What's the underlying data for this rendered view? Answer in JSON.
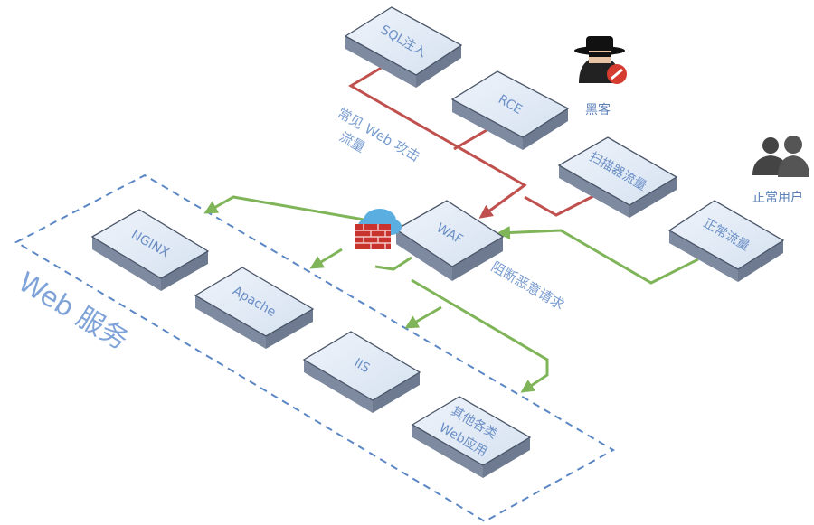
{
  "nodes": {
    "sql": "SQL注入",
    "rce": "RCE",
    "scanner": "扫描器流量",
    "waf": "WAF",
    "normal": "正常流量",
    "nginx": "NGINX",
    "apache": "Apache",
    "iis": "IIS",
    "other_line1": "其他各类",
    "other_line2": "Web应用"
  },
  "labels": {
    "attack_line1": "常见 Web 攻击",
    "attack_line2": "流量",
    "hacker": "黑客",
    "users": "正常用户",
    "block": "阻断恶意请求",
    "web_services": "Web 服务"
  },
  "icons": {
    "hacker": "hacker-icon",
    "users": "users-icon",
    "firewall": "firewall-cloud-icon"
  },
  "colors": {
    "attack": "#c0504d",
    "normal": "#7fb558",
    "zone": "#5b87c5",
    "node_face": "#dde7f3",
    "node_side": "#8f9cb0",
    "text": "#6b8fc6"
  }
}
